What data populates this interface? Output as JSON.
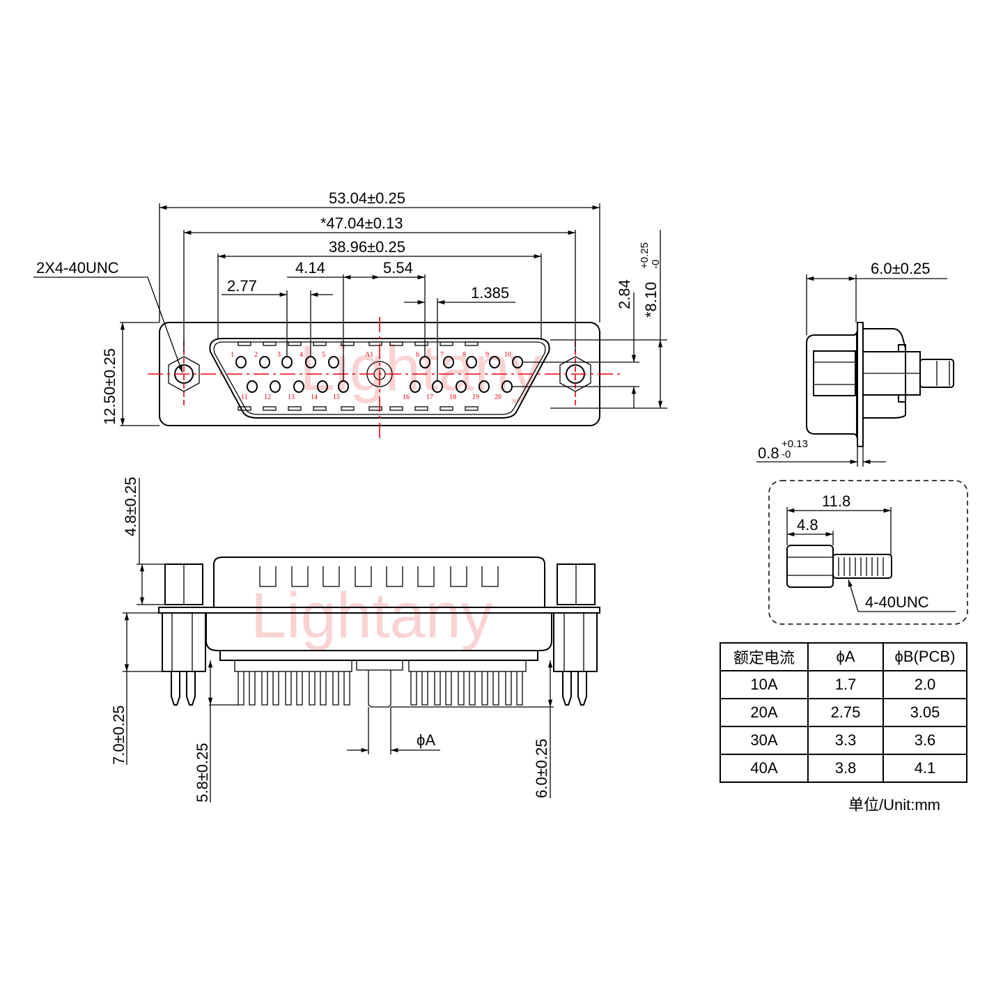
{
  "watermark": "Lightany",
  "top_view": {
    "dims": {
      "overall_width": "53.04±0.25",
      "mount_hole_pitch": "*47.04±0.13",
      "shell_width": "38.96±0.25",
      "pitch_4_14": "4.14",
      "pitch_5_54": "5.54",
      "pitch_2_77": "2.77",
      "offset_1_385": "1.385",
      "height": "12.50±0.25",
      "row_pitch": "2.84",
      "shell_height_main": "*8.10",
      "shell_height_tol_plus": "+0.25",
      "shell_height_tol_minus": "-0"
    },
    "callout_thread": "2X4-40UNC",
    "pins_top": [
      "1",
      "2",
      "3",
      "4",
      "5",
      "A1",
      "6",
      "7",
      "8",
      "9",
      "10"
    ],
    "pins_bottom": [
      "11",
      "12",
      "13",
      "14",
      "15",
      "16",
      "17",
      "18",
      "19",
      "20"
    ]
  },
  "side_view": {
    "depth": "6.0±0.25",
    "flange_main": "0.8",
    "flange_tol_plus": "+0.13",
    "flange_tol_minus": "-0"
  },
  "screw_detail": {
    "total_length": "11.8",
    "hex_length": "4.8",
    "thread": "4-40UNC"
  },
  "front_view": {
    "hex_height": "4.8±0.25",
    "standoff": "7.0±0.25",
    "pin_length": "5.8±0.25",
    "power_pin_length": "6.0±0.25",
    "phi_a": "ϕA"
  },
  "table": {
    "headers": [
      "额定电流",
      "ϕA",
      "ϕB(PCB)"
    ],
    "rows": [
      [
        "10A",
        "1.7",
        "2.0"
      ],
      [
        "20A",
        "2.75",
        "3.05"
      ],
      [
        "30A",
        "3.3",
        "3.6"
      ],
      [
        "40A",
        "3.8",
        "4.1"
      ]
    ],
    "unit": "单位/Unit:mm"
  }
}
